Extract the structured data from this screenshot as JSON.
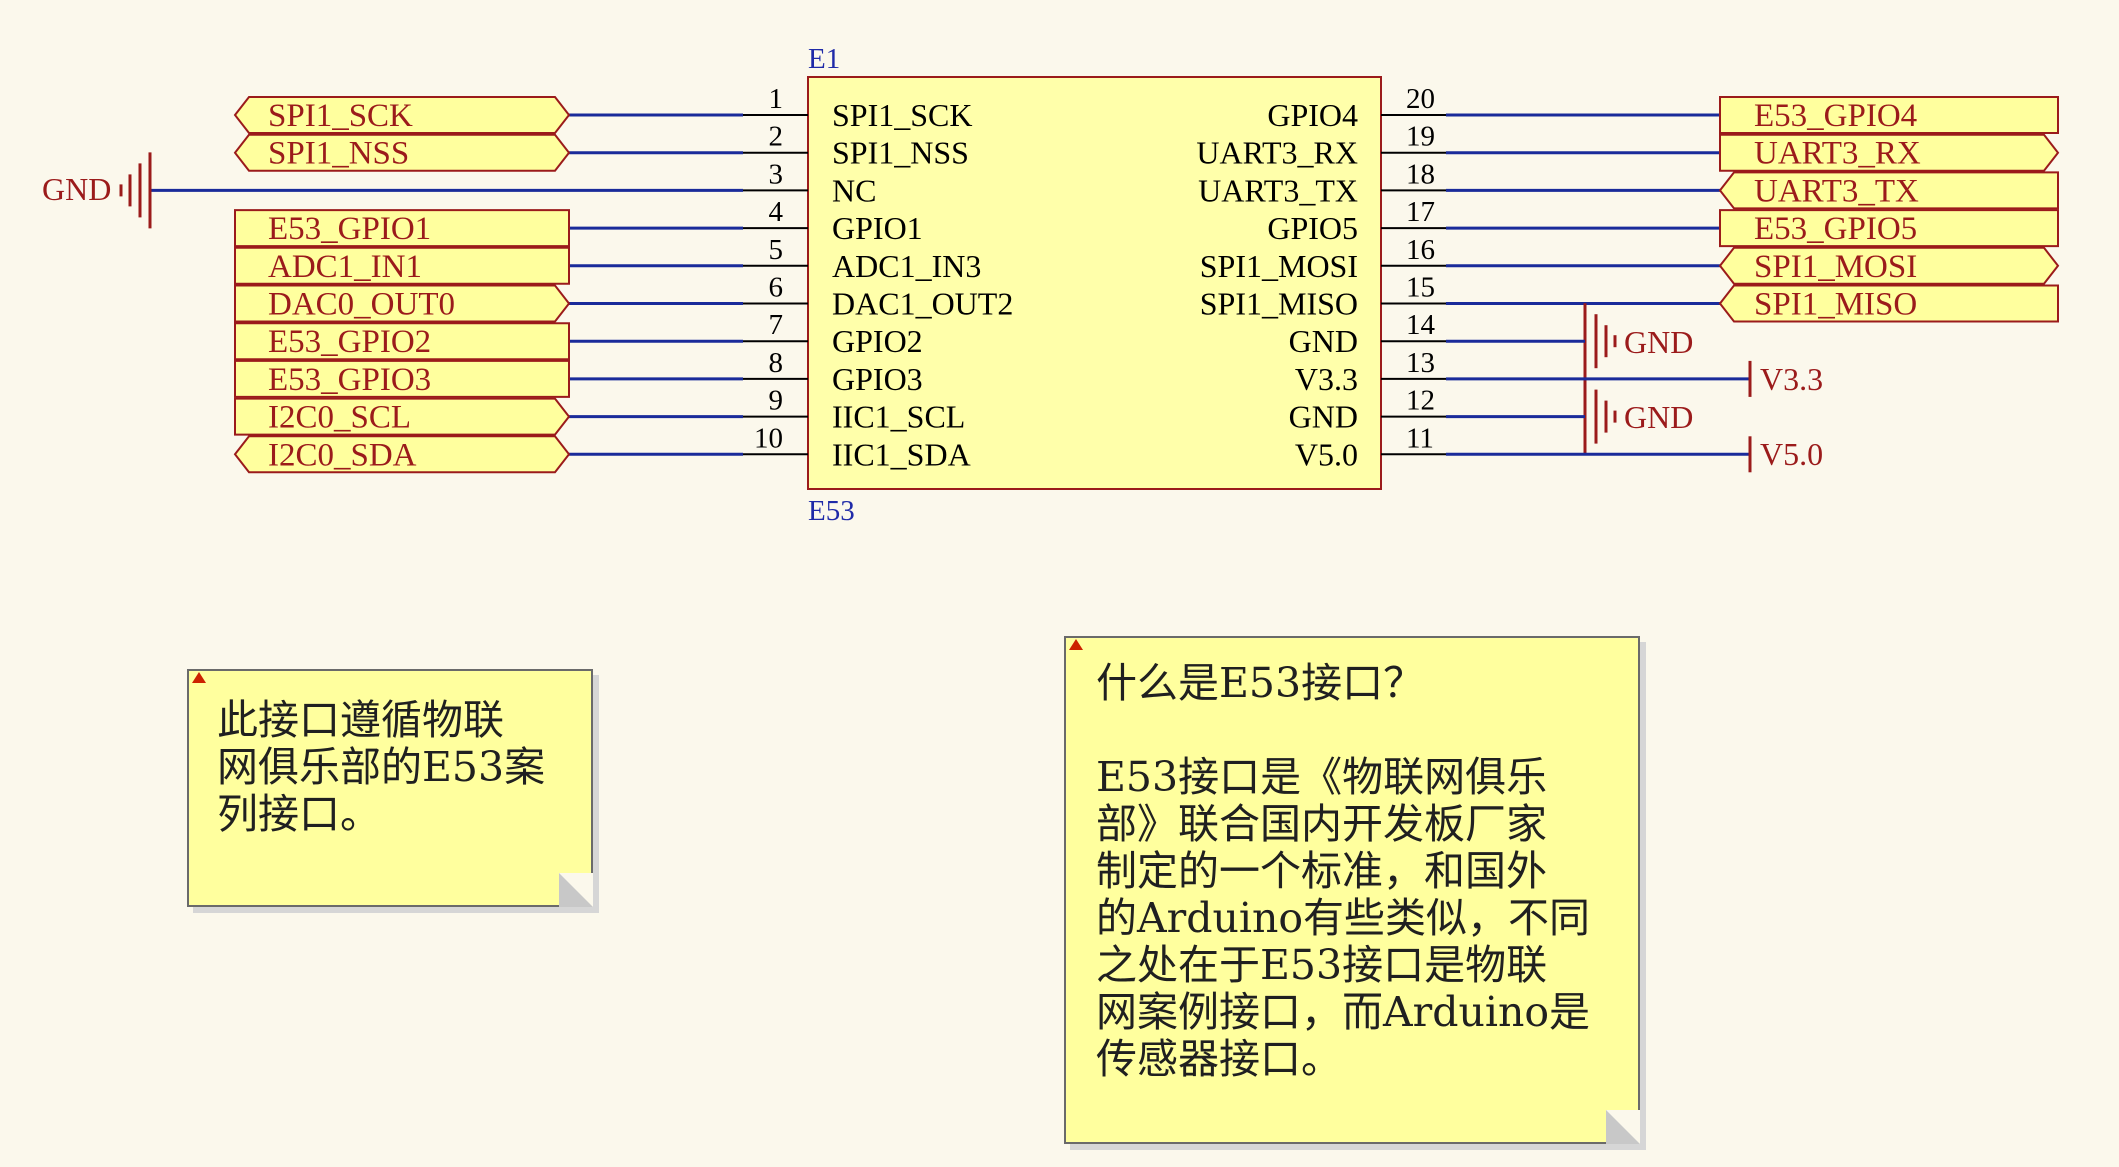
{
  "component": {
    "designator": "E1",
    "comment": "E53",
    "left_pins": [
      {
        "num": "1",
        "name": "SPI1_SCK"
      },
      {
        "num": "2",
        "name": "SPI1_NSS"
      },
      {
        "num": "3",
        "name": "NC"
      },
      {
        "num": "4",
        "name": "GPIO1"
      },
      {
        "num": "5",
        "name": "ADC1_IN3"
      },
      {
        "num": "6",
        "name": "DAC1_OUT2"
      },
      {
        "num": "7",
        "name": "GPIO2"
      },
      {
        "num": "8",
        "name": "GPIO3"
      },
      {
        "num": "9",
        "name": "IIC1_SCL"
      },
      {
        "num": "10",
        "name": "IIC1_SDA"
      }
    ],
    "right_pins": [
      {
        "num": "20",
        "name": "GPIO4"
      },
      {
        "num": "19",
        "name": "UART3_RX"
      },
      {
        "num": "18",
        "name": "UART3_TX"
      },
      {
        "num": "17",
        "name": "GPIO5"
      },
      {
        "num": "16",
        "name": "SPI1_MOSI"
      },
      {
        "num": "15",
        "name": "SPI1_MISO"
      },
      {
        "num": "14",
        "name": "GND"
      },
      {
        "num": "13",
        "name": "V3.3"
      },
      {
        "num": "12",
        "name": "GND"
      },
      {
        "num": "11",
        "name": "V5.0"
      }
    ]
  },
  "left_ports": [
    {
      "label": "SPI1_SCK",
      "shape": "both"
    },
    {
      "label": "SPI1_NSS",
      "shape": "both"
    },
    null,
    {
      "label": "E53_GPIO1",
      "shape": "rect"
    },
    {
      "label": "ADC1_IN1",
      "shape": "rect"
    },
    {
      "label": "DAC0_OUT0",
      "shape": "right"
    },
    {
      "label": "E53_GPIO2",
      "shape": "rect"
    },
    {
      "label": "E53_GPIO3",
      "shape": "rect"
    },
    {
      "label": "I2C0_SCL",
      "shape": "right"
    },
    {
      "label": "I2C0_SDA",
      "shape": "both"
    }
  ],
  "right_ports": [
    {
      "label": "E53_GPIO4",
      "shape": "rect"
    },
    {
      "label": "UART3_RX",
      "shape": "right"
    },
    {
      "label": "UART3_TX",
      "shape": "left"
    },
    {
      "label": "E53_GPIO5",
      "shape": "rect"
    },
    {
      "label": "SPI1_MOSI",
      "shape": "both"
    },
    {
      "label": "SPI1_MISO",
      "shape": "left"
    }
  ],
  "power": {
    "gnd_left": "GND",
    "gnd_right_1": "GND",
    "gnd_right_2": "GND",
    "v33": "V3.3",
    "v50": "V5.0"
  },
  "colors": {
    "wire": "#1a2b9a",
    "port_fill": "#ffff9e",
    "port_border": "#9b1b1b",
    "component_fill": "#ffffaa",
    "component_border": "#9b1b1b",
    "power": "#9b1b1b"
  },
  "notes": {
    "note1": "此接口遵循物联\n网俱乐部的E53案\n列接口。",
    "note2_title": "什么是E53接口？",
    "note2_body": "E53接口是《物联网俱乐\n部》联合国内开发板厂家\n制定的一个标准，和国外\n的Arduino有些类似，不同\n之处在于E53接口是物联\n网案例接口，而Arduino是\n传感器接口。"
  }
}
